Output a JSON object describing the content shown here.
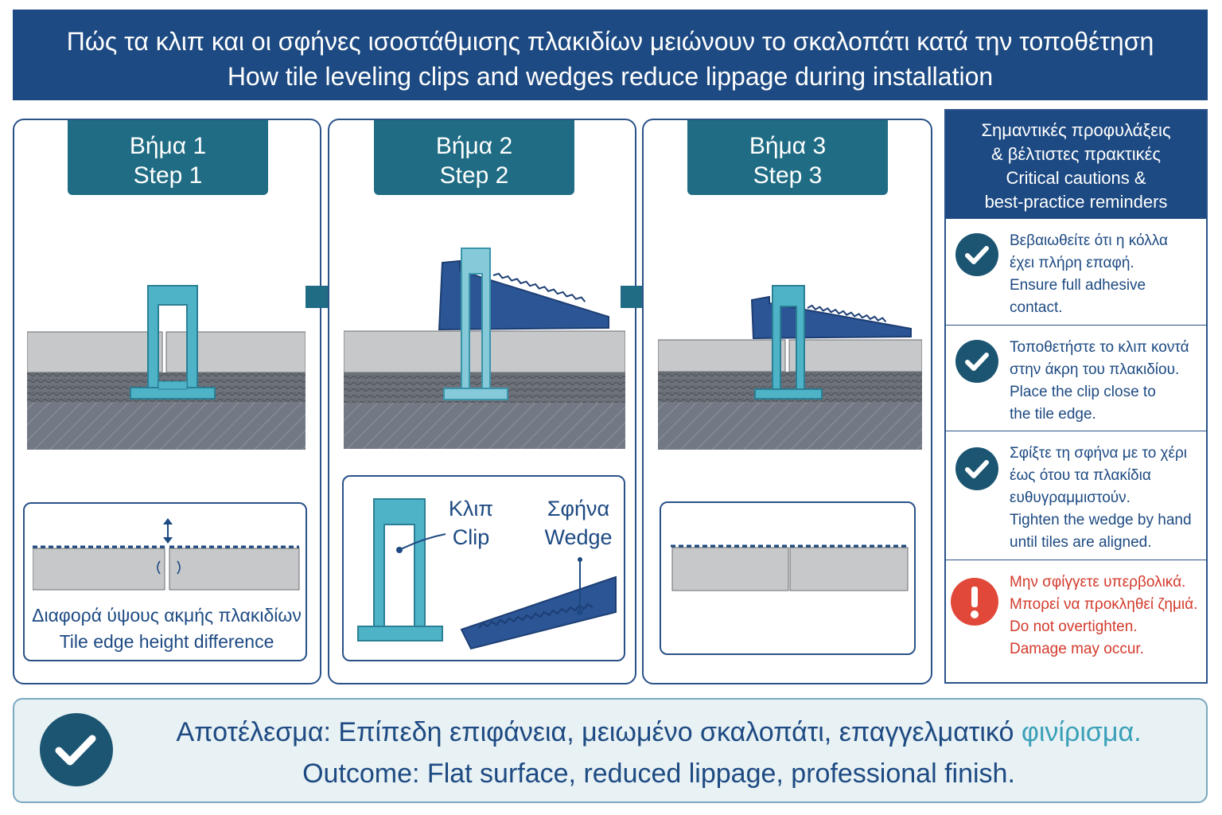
{
  "header": {
    "title_el": "Πώς τα κλιπ και οι σφήνες ισοστάθμισης πλακιδίων μειώνουν το σκαλοπάτι κατά την τοποθέτηση",
    "title_en": "How tile leveling clips and wedges reduce lippage during installation"
  },
  "steps": [
    {
      "label_el": "Βήμα 1",
      "label_en": "Step 1"
    },
    {
      "label_el": "Βήμα 2",
      "label_en": "Step 2"
    },
    {
      "label_el": "Βήμα 3",
      "label_en": "Step 3"
    }
  ],
  "step1_detail": {
    "caption_el": "Διαφορά ύψους ακμής πλακιδίων",
    "caption_en": "Tile edge height difference"
  },
  "step2_detail": {
    "clip_el": "Κλιπ",
    "clip_en": "Clip",
    "wedge_el": "Σφήνα",
    "wedge_en": "Wedge"
  },
  "sidebar": {
    "title_lines": [
      "Σημαντικές προφυλάξεις",
      "& βέλτιστες πρακτικές",
      "Critical cautions &",
      "best-practice reminders"
    ],
    "tips": [
      {
        "lines": [
          "Βεβαιωθείτε ότι η κόλλα",
          "έχει πλήρη επαφή.",
          "Ensure full adhesive",
          "contact."
        ],
        "icon": "check-icon"
      },
      {
        "lines": [
          "Τοποθετήστε το κλιπ κοντά",
          "στην άκρη του πλακιδίου.",
          "Place the clip close to",
          "the tile edge."
        ],
        "icon": "check-icon"
      },
      {
        "lines": [
          "Σφίξτε τη σφήνα με το χέρι",
          "έως ότου τα πλακίδια",
          "ευθυγραμμιστούν.",
          "Tighten the wedge by hand",
          "until tiles are aligned."
        ],
        "icon": "check-icon"
      },
      {
        "lines": [
          "Μην σφίγγετε υπερβολικά.",
          "Μπορεί να προκληθεί ζημιά.",
          "Do not overtighten.",
          "Damage may occur."
        ],
        "icon": "warning-icon"
      }
    ]
  },
  "outcome": {
    "line_el_main": "Αποτέλεσμα: Επίπεδη επιφάνεια, μειωμένο σκαλοπάτι, επαγγελματικό",
    "line_el_accent": "φινίρισμα.",
    "line_en": "Outcome: Flat surface, reduced lippage, professional finish."
  },
  "colors": {
    "navy": "#1d4a82",
    "teal": "#1f6c84",
    "clip": "#4fb3c8",
    "wedge": "#2b5595",
    "warn": "#d33a2c"
  }
}
